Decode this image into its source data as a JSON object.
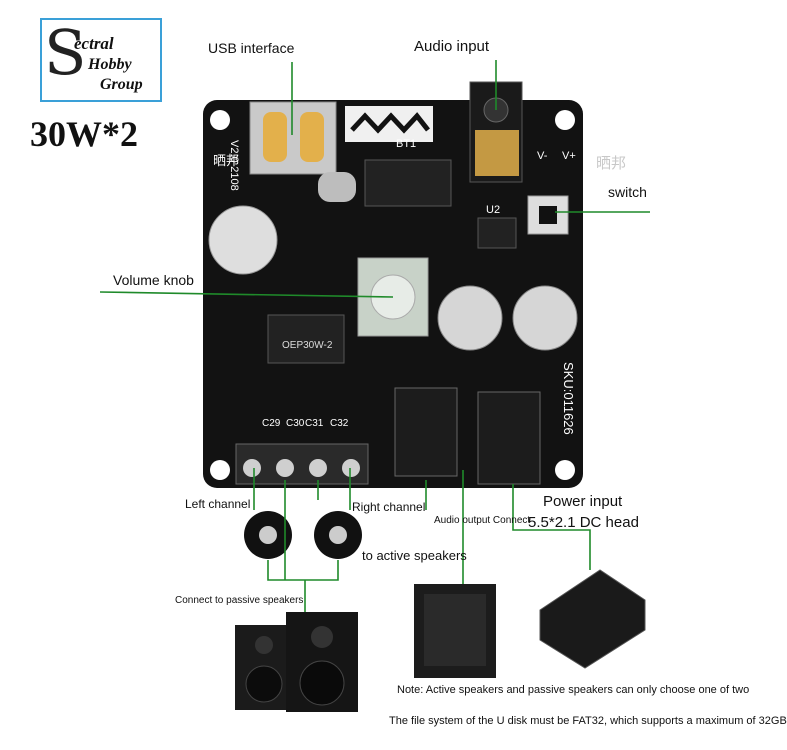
{
  "logo": {
    "big_letter": "S",
    "line1": "ectral",
    "line2": "Hobby",
    "line3": "Group"
  },
  "power_rating": "30W*2",
  "callouts": {
    "usb_interface": "USB interface",
    "audio_input": "Audio input",
    "switch": "switch",
    "volume_knob": "Volume knob",
    "left_channel": "Left channel",
    "right_channel": "Right channel",
    "audio_output_connect": "Audio output Connect",
    "power_input": "Power input",
    "dc_head": "5.5*2.1 DC head",
    "to_active_speakers": "to active speakers",
    "connect_to_passive_speakers": "Connect to passive speakers"
  },
  "board_silkscreen": {
    "version": "V2.0-2108",
    "brand_cn": "晒邦",
    "brand_cn_right": "晒邦",
    "sku": "SKU:011626",
    "bt": "BT1",
    "chip": "OEP30W-2",
    "u2": "U2",
    "vminus": "V-",
    "vplus": "V+",
    "c29": "C29",
    "c30": "C30",
    "c31": "C31",
    "c32": "C32"
  },
  "notes": {
    "note1": "Note: Active speakers and passive speakers can only choose one of two",
    "note2": "The file system of the U disk must be FAT32, which supports a maximum of 32GB"
  },
  "colors": {
    "callout_line": "#1f8a2a",
    "board": "#121212",
    "logo_border": "#3aa0d8"
  }
}
